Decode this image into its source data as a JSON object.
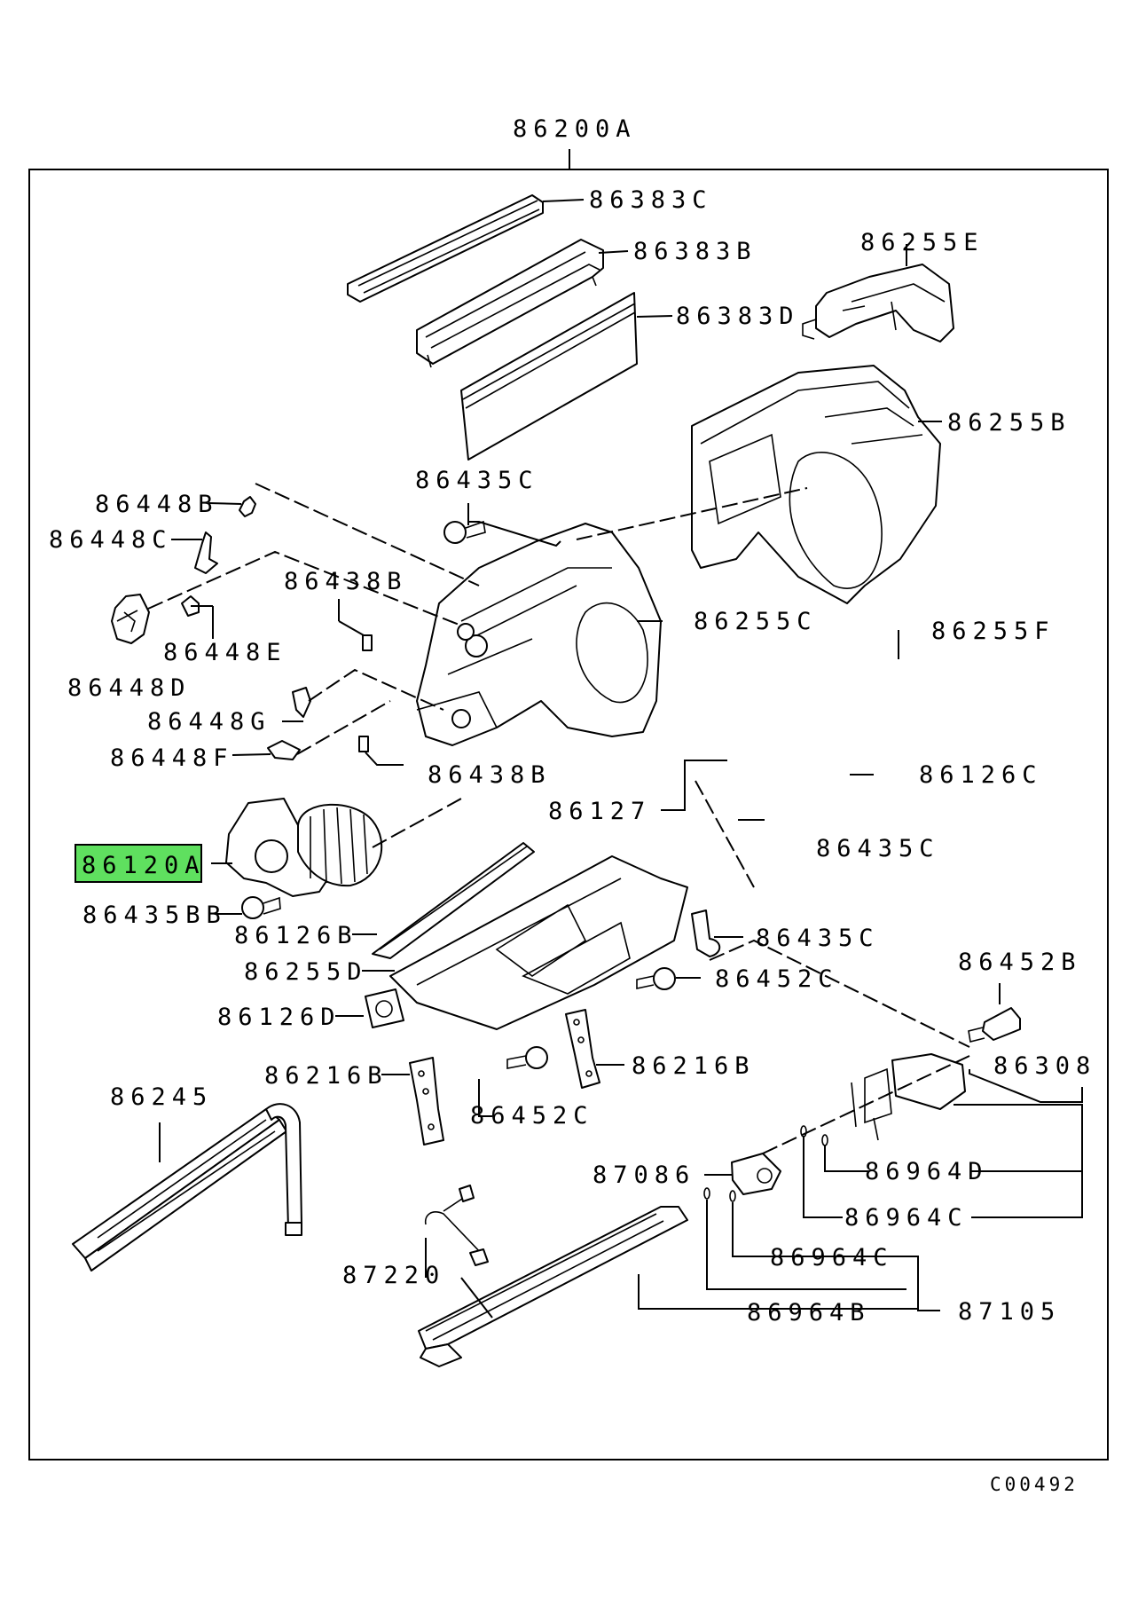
{
  "assembly_label": "86200A",
  "highlight_color": "#5fe05f",
  "selected_part": "86120A",
  "footer_code": "C00492",
  "parts": {
    "p86383C": "86383C",
    "p86383B": "86383B",
    "p86383D": "86383D",
    "p86255E": "86255E",
    "p86255B": "86255B",
    "p86435C_a": "86435C",
    "p86448B": "86448B",
    "p86448C": "86448C",
    "p86438B_a": "86438B",
    "p86255C": "86255C",
    "p86448E": "86448E",
    "p86448D": "86448D",
    "p86255F": "86255F",
    "p86448G": "86448G",
    "p86448F": "86448F",
    "p86438B_b": "86438B",
    "p86126C": "86126C",
    "p86127": "86127",
    "p86435C_b": "86435C",
    "p86120A": "86120A",
    "p86435BB": "86435BB",
    "p86126B": "86126B",
    "p86435C_c": "86435C",
    "p86255D": "86255D",
    "p86452C_a": "86452C",
    "p86452B": "86452B",
    "p86126D": "86126D",
    "p86216B_a": "86216B",
    "p86216B_b": "86216B",
    "p86308": "86308",
    "p86245": "86245",
    "p86452C_b": "86452C",
    "p87086": "87086",
    "p86964D": "86964D",
    "p86964C_a": "86964C",
    "p86964C_b": "86964C",
    "p87105": "87105",
    "p87220": "87220",
    "p86964B": "86964B"
  }
}
